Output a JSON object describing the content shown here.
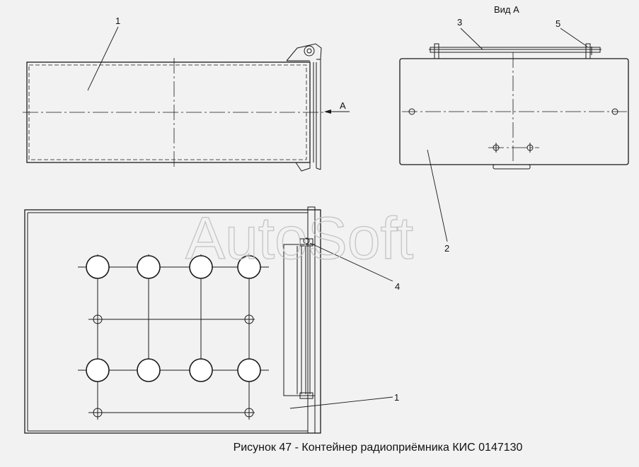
{
  "caption": "Рисунок 47 - Контейнер радиоприёмника КИС 0147130",
  "view_title": "Вид А",
  "arrow_label": "А",
  "watermark": "AutoSoft",
  "callouts": {
    "top_side_part": "1",
    "view_a_cover": "2",
    "view_a_rod": "3",
    "bottom_hinge": "4",
    "view_a_nut": "5",
    "bottom_body": "1"
  }
}
